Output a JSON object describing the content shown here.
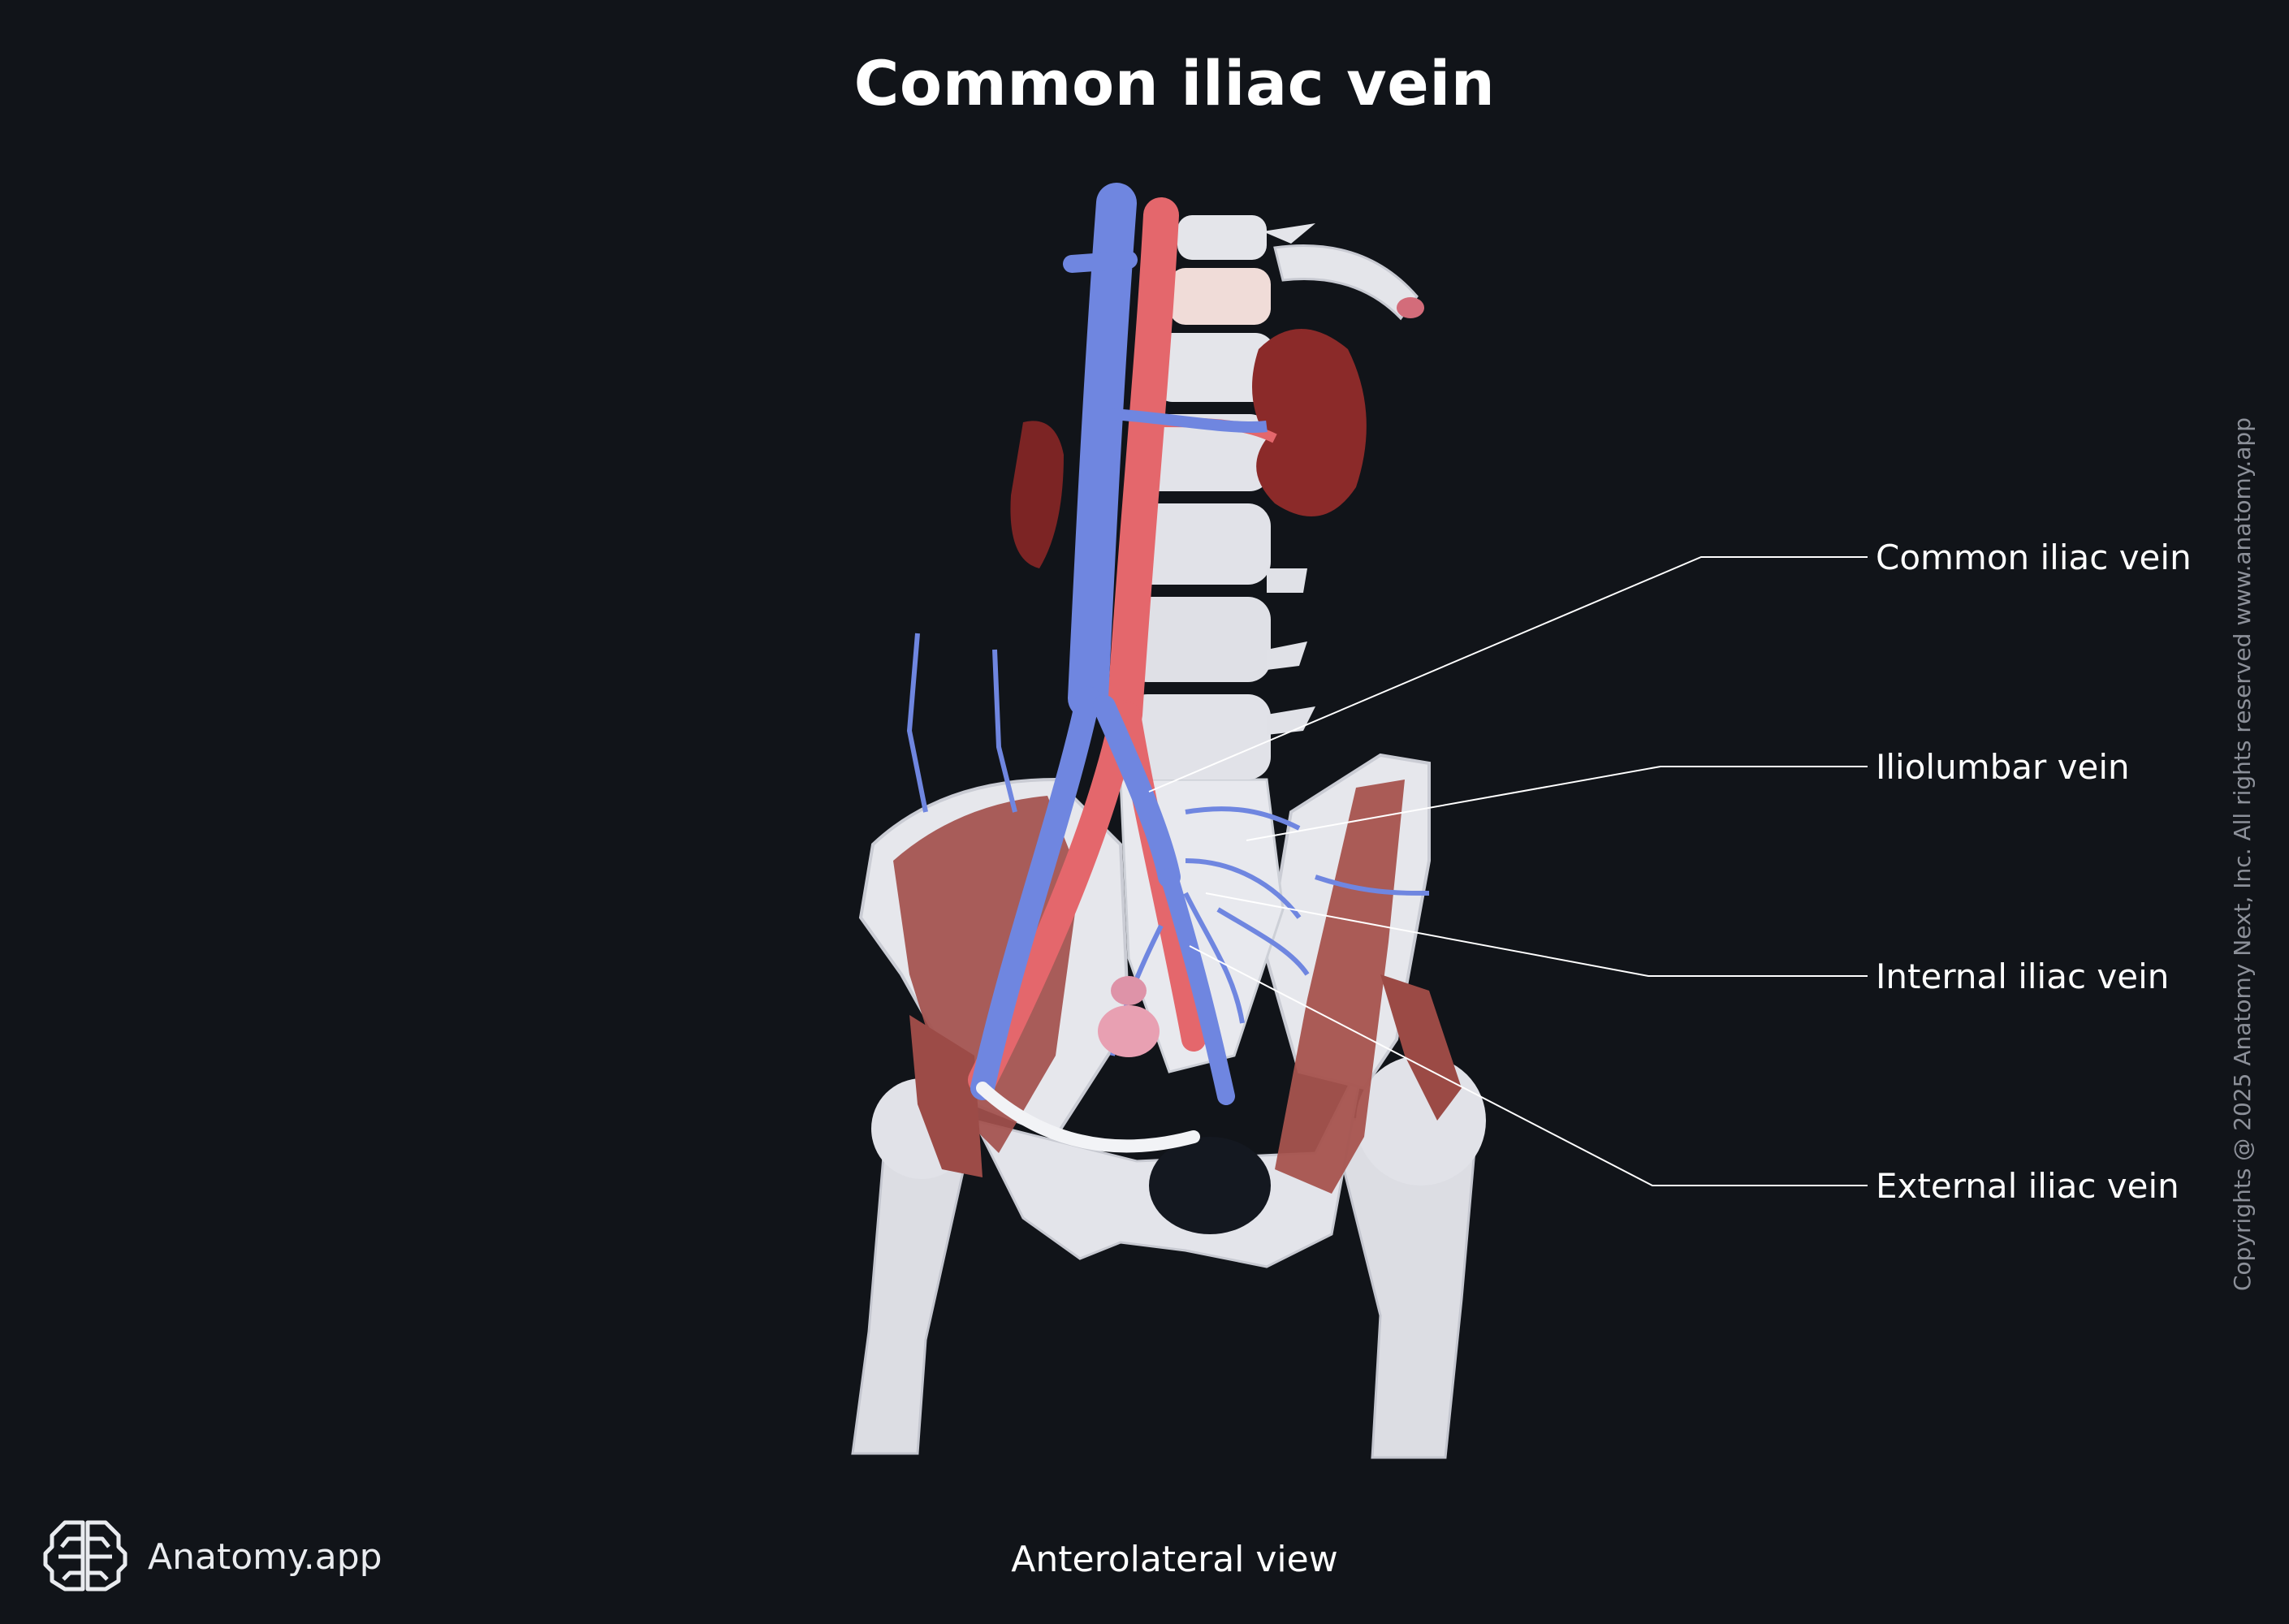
{
  "title": "Common iliac vein",
  "labels": {
    "common_iliac": "Common iliac vein",
    "iliolumbar": "Iliolumbar vein",
    "internal_iliac": "Internal iliac vein",
    "external_iliac": "External iliac vein"
  },
  "view": "Anterolateral view",
  "brand": "Anatomy.app",
  "copyright": "Copyrights @ 2025 Anatomy Next, Inc. All rights reserved www.anatomy.app",
  "colors": {
    "background": "#111419",
    "vein": "#6f86e0",
    "artery": "#e4676c",
    "bone": "#e3e4ea",
    "muscle": "#a8514c",
    "kidney": "#8f2b2a",
    "leader": "#ffffff"
  },
  "icons": {
    "brand": "brain-outline-icon"
  }
}
